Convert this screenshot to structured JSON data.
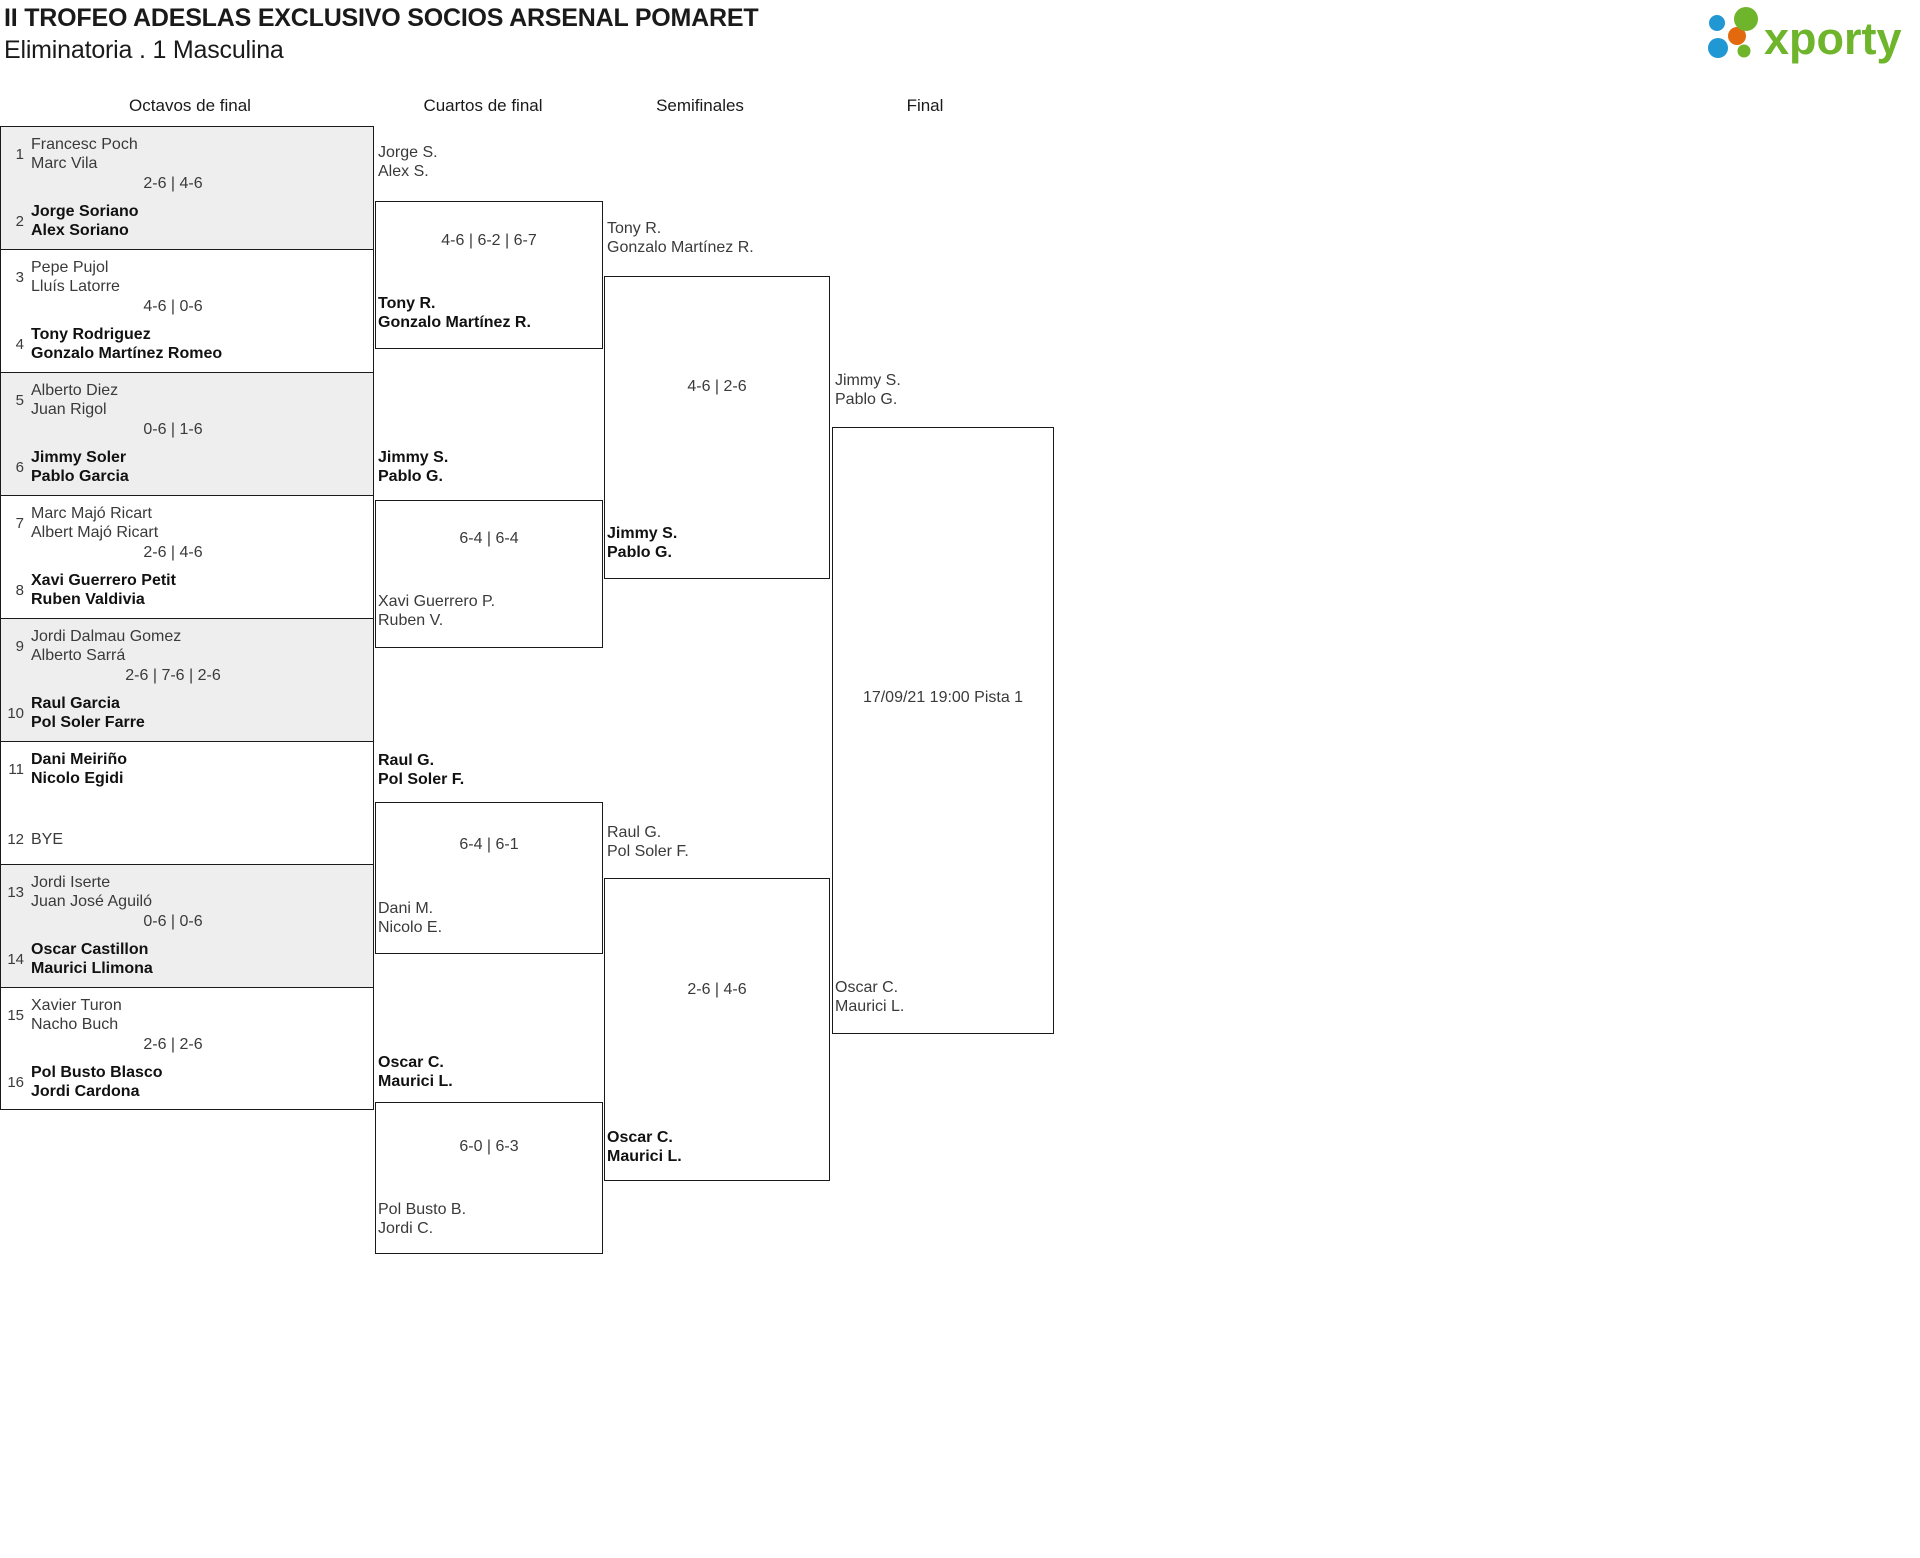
{
  "header": {
    "title": "II TROFEO ADESLAS EXCLUSIVO SOCIOS ARSENAL POMARET",
    "subtitle": "Eliminatoria . 1 Masculina",
    "logo_text": "xporty",
    "logo_colors": {
      "green": "#6fb52c",
      "orange": "#e3690f",
      "blue": "#2197d4"
    }
  },
  "rounds": [
    {
      "id": "r16",
      "label": "Octavos de final"
    },
    {
      "id": "qf",
      "label": "Cuartos de final"
    },
    {
      "id": "sf",
      "label": "Semifinales"
    },
    {
      "id": "f",
      "label": "Final"
    }
  ],
  "round_of_16": [
    {
      "shaded": true,
      "score": "2-6 | 4-6",
      "top": {
        "seed": "1",
        "p1": "Francesc Poch",
        "p2": "Marc Vila",
        "winner": false
      },
      "bottom": {
        "seed": "2",
        "p1": "Jorge Soriano",
        "p2": "Alex Soriano",
        "winner": true
      }
    },
    {
      "shaded": false,
      "score": "4-6 | 0-6",
      "top": {
        "seed": "3",
        "p1": "Pepe Pujol",
        "p2": "Lluís Latorre",
        "winner": false
      },
      "bottom": {
        "seed": "4",
        "p1": "Tony Rodriguez",
        "p2": "Gonzalo Martínez Romeo",
        "winner": true
      }
    },
    {
      "shaded": true,
      "score": "0-6 | 1-6",
      "top": {
        "seed": "5",
        "p1": "Alberto Diez",
        "p2": "Juan Rigol",
        "winner": false
      },
      "bottom": {
        "seed": "6",
        "p1": "Jimmy Soler",
        "p2": "Pablo Garcia",
        "winner": true
      }
    },
    {
      "shaded": false,
      "score": "2-6 | 4-6",
      "top": {
        "seed": "7",
        "p1": "Marc Majó Ricart",
        "p2": "Albert Majó Ricart",
        "winner": false
      },
      "bottom": {
        "seed": "8",
        "p1": "Xavi Guerrero Petit",
        "p2": "Ruben Valdivia",
        "winner": true
      }
    },
    {
      "shaded": true,
      "score": "2-6 | 7-6 | 2-6",
      "top": {
        "seed": "9",
        "p1": "Jordi Dalmau Gomez",
        "p2": "Alberto Sarrá",
        "winner": false
      },
      "bottom": {
        "seed": "10",
        "p1": "Raul Garcia",
        "p2": "Pol Soler Farre",
        "winner": true
      }
    },
    {
      "shaded": false,
      "score": "",
      "top": {
        "seed": "11",
        "p1": "Dani Meiriño",
        "p2": "Nicolo Egidi",
        "winner": true
      },
      "bottom": {
        "seed": "12",
        "bye": "BYE",
        "winner": false
      }
    },
    {
      "shaded": true,
      "score": "0-6 | 0-6",
      "top": {
        "seed": "13",
        "p1": "Jordi Iserte",
        "p2": "Juan José Aguiló",
        "winner": false
      },
      "bottom": {
        "seed": "14",
        "p1": "Oscar Castillon",
        "p2": "Maurici Llimona",
        "winner": true
      }
    },
    {
      "shaded": false,
      "score": "2-6 | 2-6",
      "top": {
        "seed": "15",
        "p1": "Xavier Turon",
        "p2": "Nacho Buch",
        "winner": false
      },
      "bottom": {
        "seed": "16",
        "p1": "Pol Busto Blasco",
        "p2": "Jordi Cardona",
        "winner": true
      }
    }
  ],
  "quarter_finals": [
    {
      "score": "4-6 | 6-2 | 6-7",
      "top": {
        "p1": "Jorge S.",
        "p2": "Alex S.",
        "winner": false
      },
      "bottom": {
        "p1": "Tony R.",
        "p2": "Gonzalo Martínez R.",
        "winner": true
      }
    },
    {
      "score": "6-4 | 6-4",
      "top": {
        "p1": "Jimmy S.",
        "p2": "Pablo G.",
        "winner": true
      },
      "bottom": {
        "p1": "Xavi Guerrero P.",
        "p2": "Ruben V.",
        "winner": false
      }
    },
    {
      "score": "6-4 | 6-1",
      "top": {
        "p1": "Raul G.",
        "p2": "Pol Soler F.",
        "winner": true
      },
      "bottom": {
        "p1": "Dani M.",
        "p2": "Nicolo E.",
        "winner": false
      }
    },
    {
      "score": "6-0 | 6-3",
      "top": {
        "p1": "Oscar C.",
        "p2": "Maurici L.",
        "winner": true
      },
      "bottom": {
        "p1": "Pol Busto B.",
        "p2": "Jordi C.",
        "winner": false
      }
    }
  ],
  "semi_finals": [
    {
      "score": "4-6 | 2-6",
      "top": {
        "p1": "Tony R.",
        "p2": "Gonzalo Martínez R.",
        "winner": false
      },
      "bottom": {
        "p1": "Jimmy S.",
        "p2": "Pablo G.",
        "winner": true
      }
    },
    {
      "score": "2-6 | 4-6",
      "top": {
        "p1": "Raul G.",
        "p2": "Pol Soler F.",
        "winner": false
      },
      "bottom": {
        "p1": "Oscar C.",
        "p2": "Maurici L.",
        "winner": true
      }
    }
  ],
  "final": {
    "schedule": "17/09/21 19:00 Pista 1",
    "top": {
      "p1": "Jimmy S.",
      "p2": "Pablo G.",
      "winner": false
    },
    "bottom": {
      "p1": "Oscar C.",
      "p2": "Maurici L.",
      "winner": false
    }
  }
}
